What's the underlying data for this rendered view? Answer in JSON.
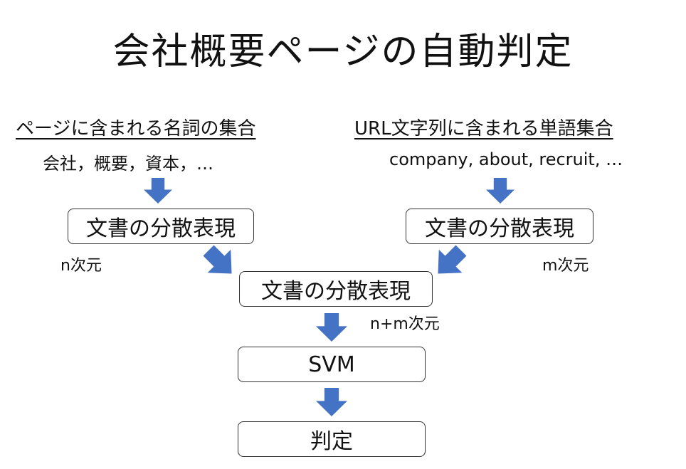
{
  "title": "会社概要ページの自動判定",
  "left": {
    "heading": "ページに含まれる名詞の集合",
    "terms": "会社，概要，資本，…",
    "box_label": "文書の分散表現",
    "dimension": "n次元"
  },
  "right": {
    "heading": "URL文字列に含まれる単語集合",
    "terms": "company, about, recruit, …",
    "box_label": "文書の分散表現",
    "dimension": "m次元"
  },
  "merged": {
    "box_label": "文書の分散表現",
    "dimension": "n+m次元"
  },
  "classifier": {
    "box_label": "SVM"
  },
  "result": {
    "box_label": "判定"
  },
  "colors": {
    "arrow": "#4472C4",
    "box_border": "#333333"
  }
}
